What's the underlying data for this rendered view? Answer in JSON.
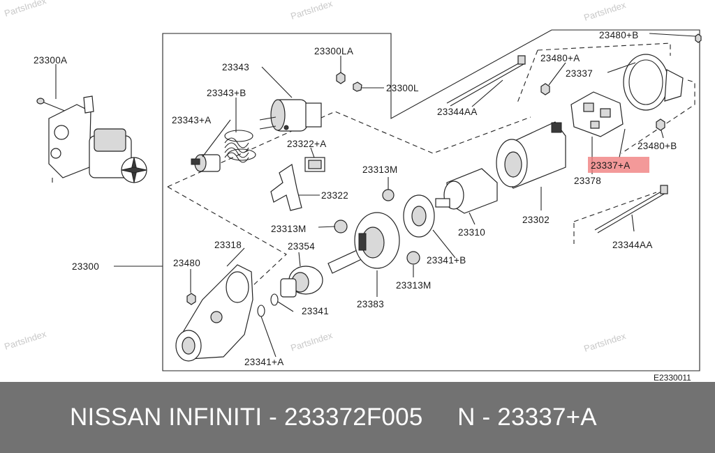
{
  "watermarks": [
    "PartsIndex",
    "PartsIndex",
    "PartsIndex",
    "PartsIndex",
    "PartsIndex",
    "PartsIndex"
  ],
  "labels": {
    "l23300A": "23300A",
    "l23300": "23300",
    "l23343": "23343",
    "l23343B": "23343+B",
    "l23343A": "23343+A",
    "l23300LA": "23300LA",
    "l23300L": "23300L",
    "l23322A": "23322+A",
    "l23322": "23322",
    "l23313M_1": "23313M",
    "l23313M_2": "23313M",
    "l23313M_3": "23313M",
    "l23318": "23318",
    "l23354": "23354",
    "l23480": "23480",
    "l23341": "23341",
    "l23341A": "23341+A",
    "l23383": "23383",
    "l23341B": "23341+B",
    "l23310": "23310",
    "l23302": "23302",
    "l23344AA_1": "23344AA",
    "l23344AA_2": "23344AA",
    "l23480A": "23480+A",
    "l23480B_1": "23480+B",
    "l23480B_2": "23480+B",
    "l23337": "23337",
    "l23337A": "23337+A",
    "l23378": "23378"
  },
  "diagram_code": "E2330011",
  "highlight_color": "#f08080",
  "footer": {
    "text": "NISSAN INFINITI - 233372F005     N - 23337+A",
    "background": "#727272"
  }
}
